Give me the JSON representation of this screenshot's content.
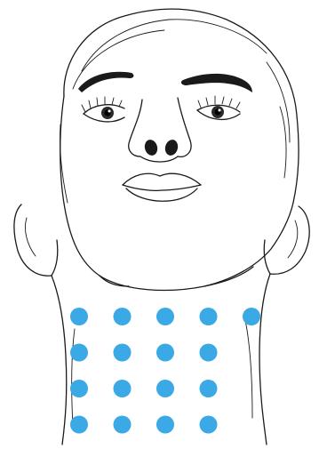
{
  "illustration": {
    "subject": "face-upturned-neck",
    "dot_color": "#3aa9e6",
    "line_color": "#1a1a1a",
    "injection_points": {
      "rows": [
        5,
        4,
        4,
        4
      ],
      "total": 17
    }
  }
}
